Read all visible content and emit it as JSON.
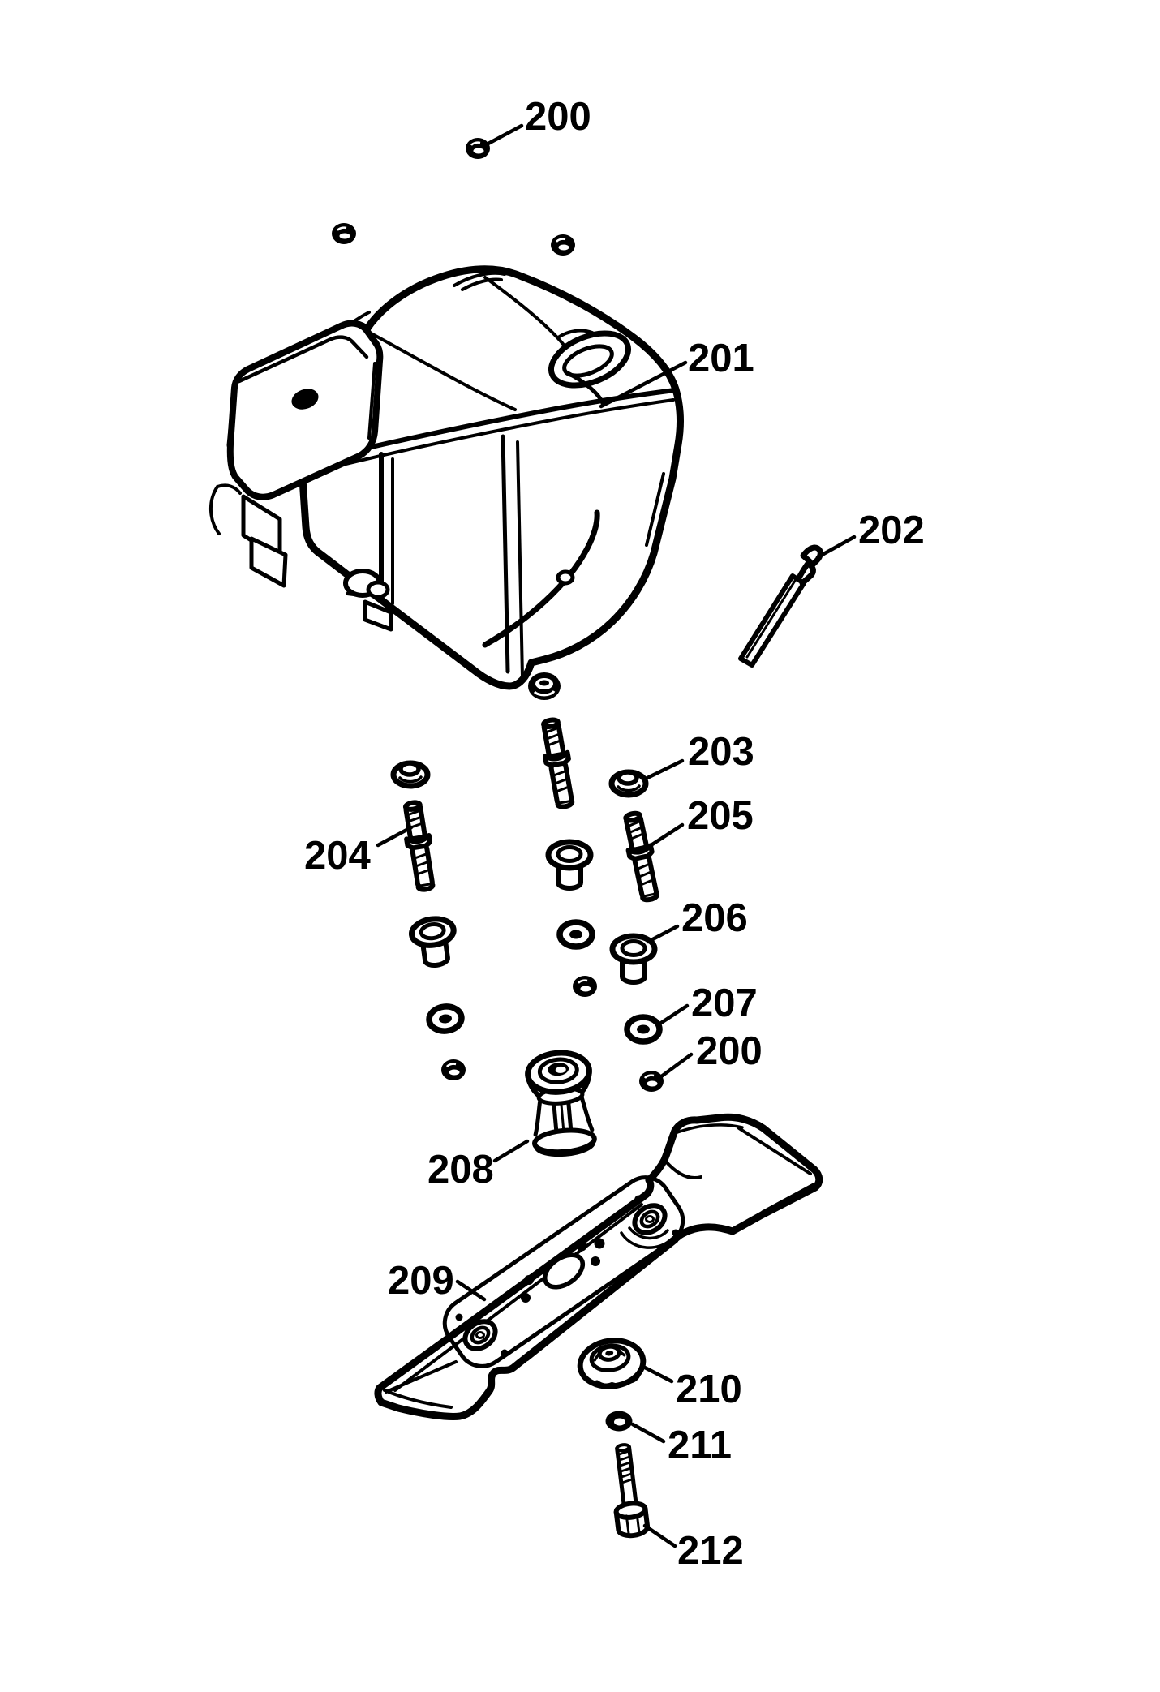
{
  "page": {
    "background_color": "#ffffff",
    "line_color": "#000000",
    "figure_kind": "exploded-parts-diagram"
  },
  "icons": {
    "engine-icon": "isometric line drawing of mower engine with fuel tank and carry handle",
    "cleaning-tool-icon": "bent rod / scraper tool",
    "flange-nut-icon": "concentric ellipse stack",
    "cap-nut-icon": "dark dome nut",
    "locknut-icon": "small dark nut",
    "stud-icon": "double ended threaded stud with collar",
    "spacer-bushing-icon": "top-hat spacer sleeve",
    "washer-icon": "elliptic ring",
    "blade-adapter-icon": "ribbed hub with flanges",
    "blade-icon": "mower blade with stamped center plate",
    "blade-support-icon": "scalloped disc with hub",
    "blade-bolt-icon": "hex bolt with threaded shank"
  },
  "callouts": {
    "c200_top": {
      "label": "200"
    },
    "c201": {
      "label": "201"
    },
    "c202": {
      "label": "202"
    },
    "c203": {
      "label": "203"
    },
    "c204": {
      "label": "204"
    },
    "c205": {
      "label": "205"
    },
    "c206": {
      "label": "206"
    },
    "c207": {
      "label": "207"
    },
    "c200_mid": {
      "label": "200"
    },
    "c208": {
      "label": "208"
    },
    "c209": {
      "label": "209"
    },
    "c210": {
      "label": "210"
    },
    "c211": {
      "label": "211"
    },
    "c212": {
      "label": "212"
    }
  }
}
